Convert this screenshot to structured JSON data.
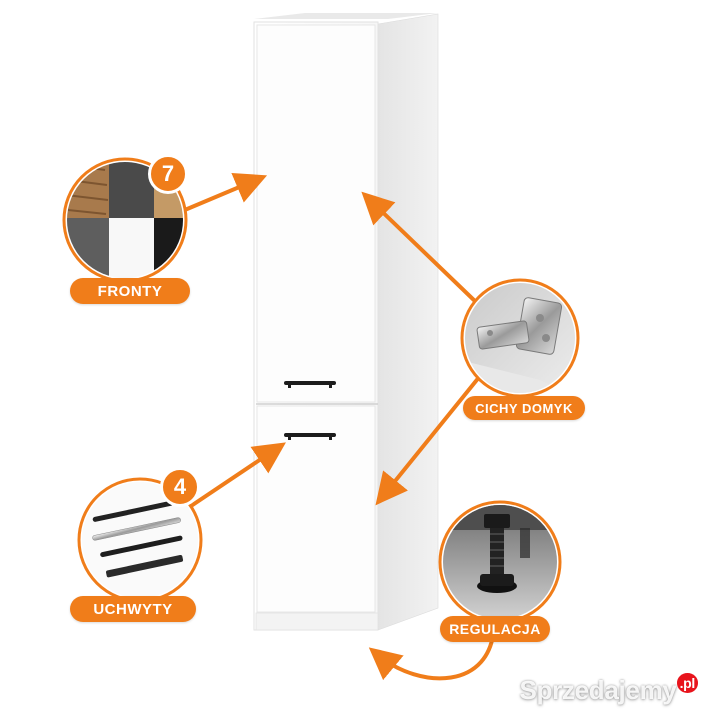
{
  "labels": {
    "fronty": "FRONTY",
    "uchwyty": "UCHWYTY",
    "cichy_domyk": "CICHY DOMYK",
    "regulacja": "REGULACJA"
  },
  "badges": {
    "fronty_count": "7",
    "uchwyty_count": "4"
  },
  "watermark": {
    "brand": "Sprzedajemy",
    "tld": ".pl"
  },
  "colors": {
    "accent": "#f07d1a",
    "cabinet": "#ffffff",
    "handle": "#1c1c1c",
    "watermark_dot": "#e8141c"
  }
}
